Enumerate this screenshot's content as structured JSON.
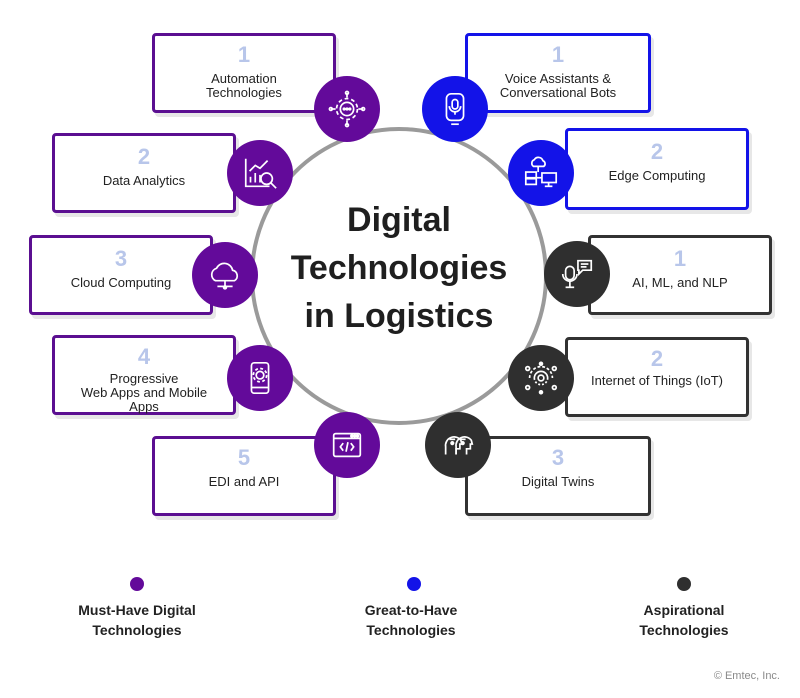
{
  "title_lines": [
    "Digital",
    "Technologies",
    "in Logistics"
  ],
  "colors": {
    "must_have": "#630a9a",
    "great_to_have": "#1313e8",
    "aspirational": "#2f2f2f",
    "number": "#b8c6ea",
    "ring": "#9a9a9a"
  },
  "must_have": [
    {
      "number": "1",
      "lines": [
        "Automation",
        "Technologies"
      ],
      "icon": "automation-gear-icon"
    },
    {
      "number": "2",
      "lines": [
        "Data Analytics"
      ],
      "icon": "analytics-chart-icon"
    },
    {
      "number": "3",
      "lines": [
        "Cloud Computing"
      ],
      "icon": "cloud-icon"
    },
    {
      "number": "4",
      "lines": [
        "Progressive",
        "Web Apps and Mobile",
        "Apps"
      ],
      "icon": "mobile-app-gear-icon"
    },
    {
      "number": "5",
      "lines": [
        "EDI and API"
      ],
      "icon": "code-window-icon"
    }
  ],
  "great_to_have": [
    {
      "number": "1",
      "lines": [
        "Voice Assistants &",
        "Conversational Bots"
      ],
      "icon": "voice-assistant-icon"
    },
    {
      "number": "2",
      "lines": [
        "Edge Computing"
      ],
      "icon": "edge-computing-icon"
    }
  ],
  "aspirational": [
    {
      "number": "1",
      "lines": [
        "AI, ML, and NLP"
      ],
      "icon": "microphone-chat-icon"
    },
    {
      "number": "2",
      "lines": [
        "Internet of Things (IoT)"
      ],
      "icon": "iot-network-icon"
    },
    {
      "number": "3",
      "lines": [
        "Digital Twins"
      ],
      "icon": "digital-twin-icon"
    }
  ],
  "legend": [
    {
      "lines": [
        "Must-Have Digital",
        "Technologies"
      ]
    },
    {
      "lines": [
        "Great-to-Have",
        "Technologies"
      ]
    },
    {
      "lines": [
        "Aspirational",
        "Technologies"
      ]
    }
  ],
  "copyright": "© Emtec, Inc."
}
